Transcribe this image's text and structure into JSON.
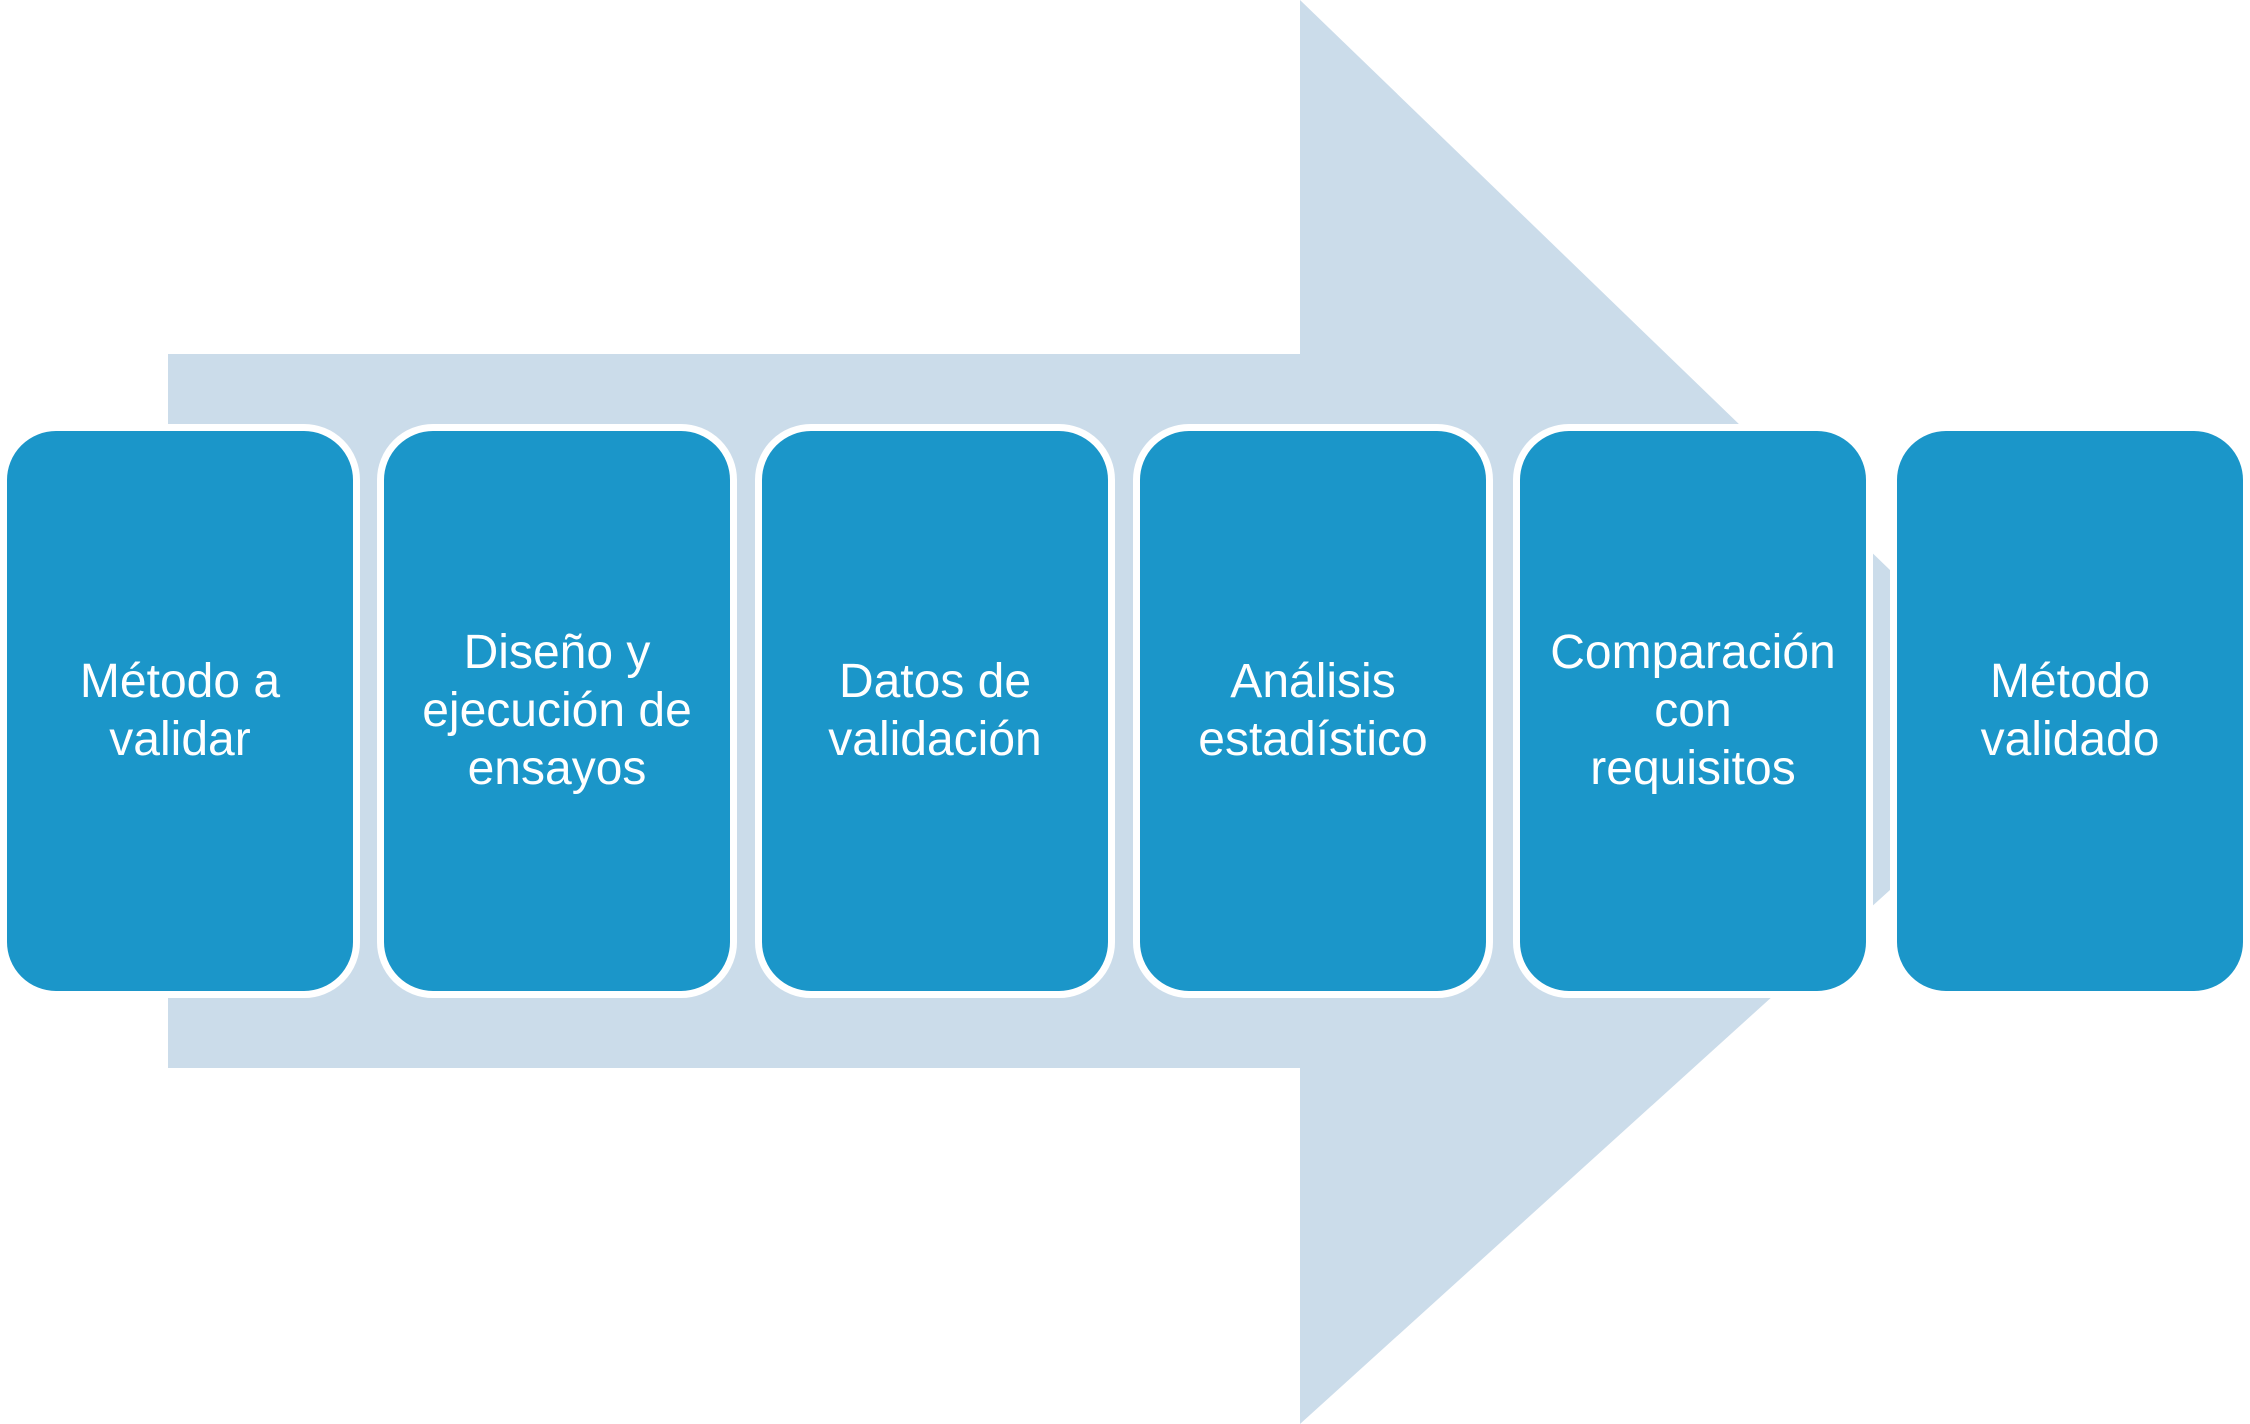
{
  "diagram": {
    "colors": {
      "arrow": "#cbdcea",
      "box": "#1b96c9",
      "box_border": "#ffffff",
      "text": "#ffffff"
    },
    "steps": [
      {
        "label": "Método a\nvalidar"
      },
      {
        "label": "Diseño y\nejecución de\nensayos"
      },
      {
        "label": "Datos de\nvalidación"
      },
      {
        "label": "Análisis\nestadístico"
      },
      {
        "label": "Comparación\ncon\nrequisitos"
      },
      {
        "label": "Método\nvalidado"
      }
    ]
  }
}
